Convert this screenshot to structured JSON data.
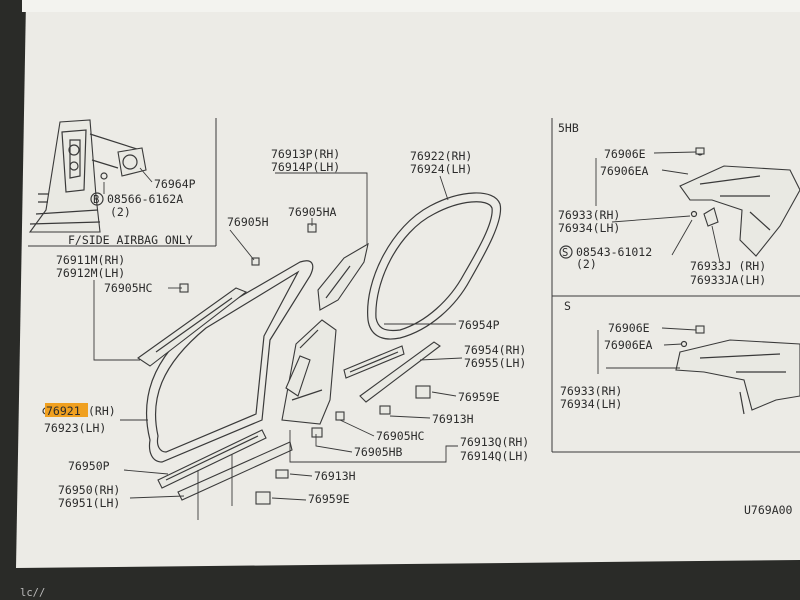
{
  "colors": {
    "paper": "#ecebe6",
    "ink": "#2c2c2c",
    "highlight": "#f0a020",
    "bezel": "#2a2b28"
  },
  "inset_airbag": {
    "part_76964P": "76964P",
    "bolt_circle": "B",
    "bolt_number": "08566-6162A",
    "bolt_qty": "(2)",
    "caption": "F/SIDE AIRBAG ONLY"
  },
  "center": {
    "p76913P": "76913P(RH)",
    "p76914P": "76914P(LH)",
    "p76922": "76922(RH)",
    "p76924": "76924(LH)",
    "p76905H": "76905H",
    "p76905HA": "76905HA",
    "p76911M": "76911M(RH)",
    "p76912M": "76912M(LH)",
    "p76905HC_top": "76905HC",
    "p76954P": "76954P",
    "p76954": "76954(RH)",
    "p76955": "76955(LH)",
    "p76959E_right": "76959E",
    "p76913H_right": "76913H",
    "p76905HC_bottom": "76905HC",
    "p76905HB": "76905HB",
    "p76913Q": "76913Q(RH)",
    "p76914Q": "76914Q(LH)",
    "p76921_num": "76921",
    "p76921_side": "(RH)",
    "p76923": "76923(LH)",
    "p76950P": "76950P",
    "p76913H_bottom": "76913H",
    "p76950": "76950(RH)",
    "p76951": "76951(LH)",
    "p76959E_bottom": "76959E"
  },
  "panel_5hb": {
    "title": "5HB",
    "p76906E": "76906E",
    "p76906EA": "76906EA",
    "p76933": "76933(RH)",
    "p76934": "76934(LH)",
    "screw_circle": "S",
    "screw_number": "08543-61012",
    "screw_qty": "(2)",
    "p76933J": "76933J (RH)",
    "p76933JA": "76933JA(LH)"
  },
  "panel_s": {
    "title": "S",
    "p76906E": "76906E",
    "p76906EA": "76906EA",
    "p76933": "76933(RH)",
    "p76934": "76934(LH)"
  },
  "footer": {
    "diagram_code": "U769A00",
    "corner_mark": "lc//"
  }
}
